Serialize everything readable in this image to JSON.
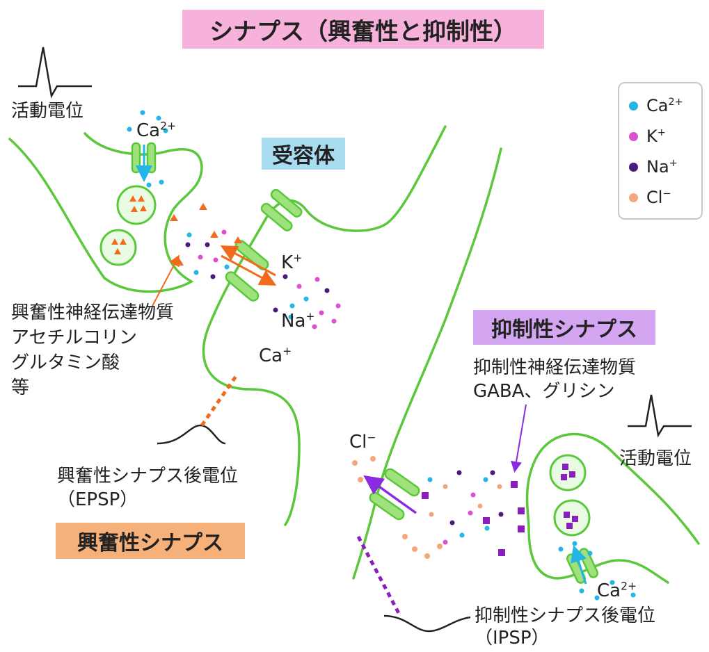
{
  "title": "シナプス（興奮性と抑制性）",
  "colors": {
    "membrane": "#5ac83a",
    "ca": "#22b5e6",
    "k": "#d94fd0",
    "na": "#4b1a7c",
    "cl": "#f4a77a",
    "excitatory_accent": "#f26b1d",
    "inhibitory_accent": "#8a2be2"
  },
  "legend": [
    {
      "base": "Ca",
      "sup": "2+"
    },
    {
      "base": "K",
      "sup": "+"
    },
    {
      "base": "Na",
      "sup": "+"
    },
    {
      "base": "Cl",
      "sup": "−"
    }
  ],
  "labels": {
    "action_potential_left": "活動電位",
    "action_potential_right": "活動電位",
    "ca_top": {
      "base": "Ca",
      "sup": "2+"
    },
    "receptor": "受容体",
    "k_ion": {
      "base": "K",
      "sup": "+"
    },
    "na_ion": {
      "base": "Na",
      "sup": "+"
    },
    "ca_ion": {
      "base": "Ca",
      "sup": "+"
    },
    "excitatory_neurotransmitter": [
      "興奮性神経伝達物質",
      "アセチルコリン",
      "グルタミン酸",
      "等"
    ],
    "epsp": [
      "興奮性シナプス後電位",
      "（EPSP）"
    ],
    "excitatory_synapse": "興奮性シナプス",
    "inhibitory_synapse": "抑制性シナプス",
    "inhibitory_neurotransmitter": [
      "抑制性神経伝達物質",
      "GABA、グリシン"
    ],
    "cl_ion": {
      "base": "Cl",
      "sup": "−"
    },
    "ca_bottom": {
      "base": "Ca",
      "sup": "2+"
    },
    "ipsp": [
      "抑制性シナプス後電位",
      "（IPSP）"
    ]
  }
}
